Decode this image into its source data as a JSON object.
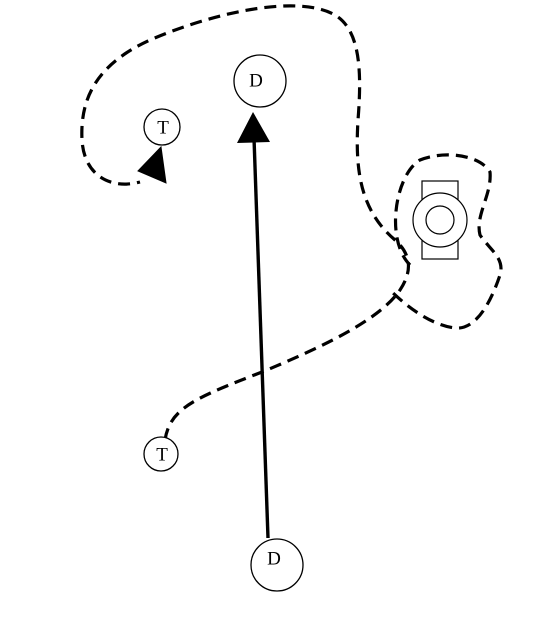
{
  "nodes": {
    "d_top": "D",
    "d_bottom": "D",
    "t_top": "T",
    "t_bottom": "T"
  },
  "style": {
    "stroke": "#000000",
    "background": "#ffffff"
  }
}
